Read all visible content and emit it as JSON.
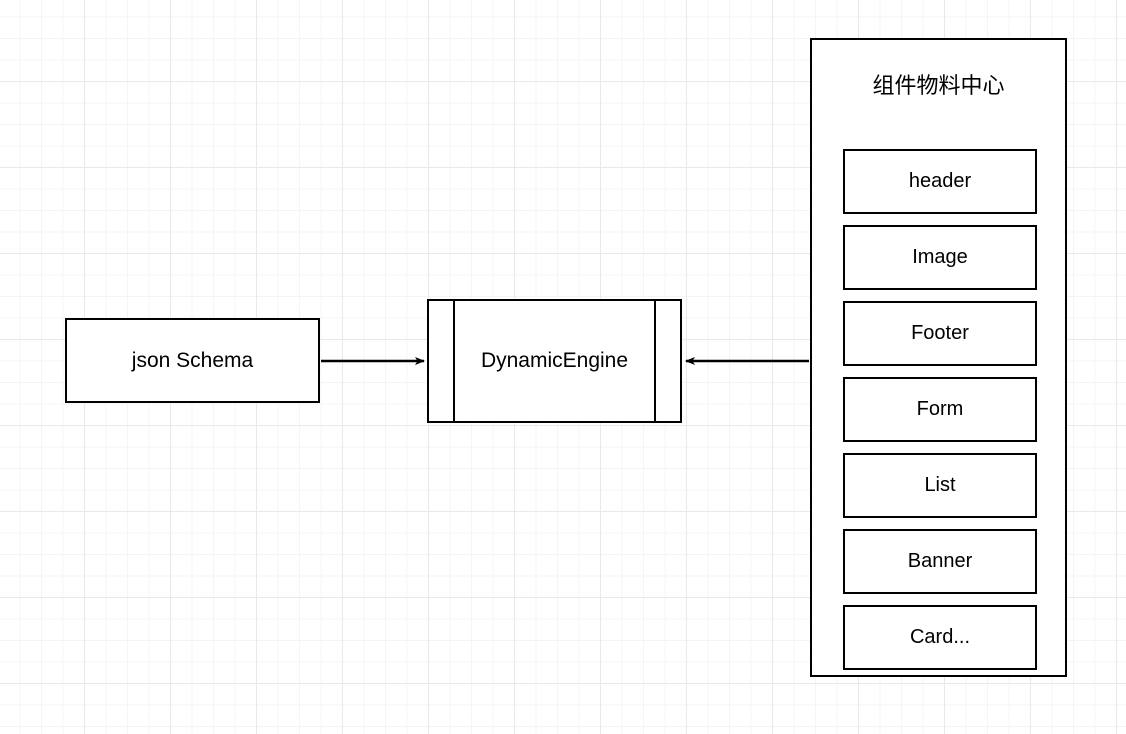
{
  "diagram": {
    "title": "",
    "background": {
      "grid": true,
      "minor_grid_color": "#f4f4f4",
      "major_grid_color": "#e9e9e9",
      "canvas_color": "#ffffff"
    },
    "stroke_color": "#000000",
    "nodes": {
      "json_schema": {
        "label": "json Schema",
        "shape": "rectangle"
      },
      "dynamic_engine": {
        "label": "DynamicEngine",
        "shape": "process"
      },
      "material_center": {
        "label": "组件物料中心",
        "shape": "container"
      }
    },
    "components": [
      {
        "label": "header"
      },
      {
        "label": "Image"
      },
      {
        "label": "Footer"
      },
      {
        "label": "Form"
      },
      {
        "label": "List"
      },
      {
        "label": "Banner"
      },
      {
        "label": "Card..."
      }
    ],
    "edges": [
      {
        "from": "json_schema",
        "to": "dynamic_engine",
        "label": "",
        "direction": "right",
        "arrowhead": "filled-triangle"
      },
      {
        "from": "material_center",
        "to": "dynamic_engine",
        "label": "",
        "direction": "left",
        "arrowhead": "filled-triangle"
      }
    ]
  }
}
